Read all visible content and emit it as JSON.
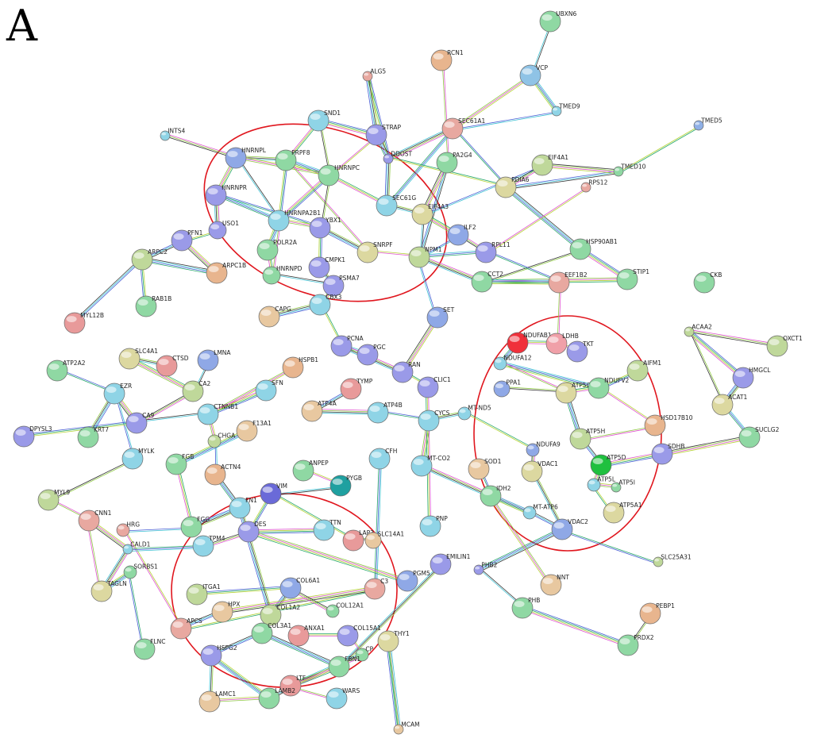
{
  "panel_label": "A",
  "colors": {
    "circle": "#e0161e",
    "edges": [
      "#333333",
      "#b5d334",
      "#3ec1d3",
      "#e052d1",
      "#4a5fd6",
      "#8fc944",
      "#27a86b"
    ]
  },
  "nodes": [
    {
      "id": "UBXN6",
      "color": "#8fd8a3"
    },
    {
      "id": "RCN1",
      "color": "#e8b58e"
    },
    {
      "id": "ALG5",
      "color": "#e8a8a0"
    },
    {
      "id": "VCP",
      "color": "#8fc3e6"
    },
    {
      "id": "TMED9",
      "color": "#8fd4e6"
    },
    {
      "id": "TMED5",
      "color": "#8fb0e6"
    },
    {
      "id": "INTS4",
      "color": "#8fd4e6"
    },
    {
      "id": "SND1",
      "color": "#8fd4e6"
    },
    {
      "id": "STRAP",
      "color": "#9a9ae8"
    },
    {
      "id": "SEC61A1",
      "color": "#e8a8a0"
    },
    {
      "id": "HNRNPL",
      "color": "#8fa8e6"
    },
    {
      "id": "PRPF8",
      "color": "#8fd8a3"
    },
    {
      "id": "DDOST",
      "color": "#9a9ae8"
    },
    {
      "id": "PA2G4",
      "color": "#8fd8a3"
    },
    {
      "id": "EIF4A1",
      "color": "#bfd89a"
    },
    {
      "id": "TMED10",
      "color": "#8fd8a3"
    },
    {
      "id": "HNRNPC",
      "color": "#8fd8a3"
    },
    {
      "id": "PDIA6",
      "color": "#dcd8a0"
    },
    {
      "id": "RPS12",
      "color": "#e8a8a0"
    },
    {
      "id": "HNRNPR",
      "color": "#9a9ae8"
    },
    {
      "id": "SEC61G",
      "color": "#8fd4e6"
    },
    {
      "id": "EIF4A3",
      "color": "#dcd8a0"
    },
    {
      "id": "HNRNPA2B1",
      "color": "#8fd4e6"
    },
    {
      "id": "YBX1",
      "color": "#9a9ae8"
    },
    {
      "id": "USO1",
      "color": "#9a9ae8"
    },
    {
      "id": "PFN1",
      "color": "#9a9ae8"
    },
    {
      "id": "ILF2",
      "color": "#8fa8e6"
    },
    {
      "id": "HSP90AB1",
      "color": "#8fd8a3"
    },
    {
      "id": "POLR2A",
      "color": "#8fd8a3"
    },
    {
      "id": "ARPC2",
      "color": "#bfd89a"
    },
    {
      "id": "SNRPF",
      "color": "#dcd8a0"
    },
    {
      "id": "NPM1",
      "color": "#bfd89a"
    },
    {
      "id": "RPL11",
      "color": "#9a9ae8"
    },
    {
      "id": "ARPC1B",
      "color": "#e8b58e"
    },
    {
      "id": "CMPK1",
      "color": "#9a9ae8"
    },
    {
      "id": "STIP1",
      "color": "#8fd8a3"
    },
    {
      "id": "HNRNPD",
      "color": "#8fd8a3"
    },
    {
      "id": "PSMA7",
      "color": "#9a9ae8"
    },
    {
      "id": "CCT2",
      "color": "#8fd8a3"
    },
    {
      "id": "EEF1B2",
      "color": "#e8a8a0"
    },
    {
      "id": "CKB",
      "color": "#8fd8a3"
    },
    {
      "id": "RAB1B",
      "color": "#8fd8a3"
    },
    {
      "id": "CAPG",
      "color": "#e8c8a0"
    },
    {
      "id": "CBX3",
      "color": "#8fd4e6"
    },
    {
      "id": "MYL12B",
      "color": "#e89a9a"
    },
    {
      "id": "SET",
      "color": "#8fa8e6"
    },
    {
      "id": "ACAA2",
      "color": "#bfd89a"
    },
    {
      "id": "OXCT1",
      "color": "#bfd89a"
    },
    {
      "id": "NDUFAB1",
      "color": "#f0303a"
    },
    {
      "id": "LDHB",
      "color": "#f0a0a8"
    },
    {
      "id": "TKT",
      "color": "#9a9ae8"
    },
    {
      "id": "PCNA",
      "color": "#9a9ae8"
    },
    {
      "id": "PGC",
      "color": "#9a9ae8"
    },
    {
      "id": "ATP2A2",
      "color": "#8fd8a3"
    },
    {
      "id": "SLC4A1",
      "color": "#dcd8a0"
    },
    {
      "id": "CTSD",
      "color": "#e89a9a"
    },
    {
      "id": "LMNA",
      "color": "#8fa8e6"
    },
    {
      "id": "HSPB1",
      "color": "#e8b58e"
    },
    {
      "id": "NDUFA12",
      "color": "#8fd4e6"
    },
    {
      "id": "AIFM1",
      "color": "#bfd89a"
    },
    {
      "id": "HMGCL",
      "color": "#9a9ae8"
    },
    {
      "id": "RAN",
      "color": "#9a9ae8"
    },
    {
      "id": "CLIC1",
      "color": "#9a9ae8"
    },
    {
      "id": "TYMP",
      "color": "#e89a9a"
    },
    {
      "id": "EZR",
      "color": "#8fd4e6"
    },
    {
      "id": "CA2",
      "color": "#bfd89a"
    },
    {
      "id": "SFN",
      "color": "#8fd4e6"
    },
    {
      "id": "PPA1",
      "color": "#8fa8e6"
    },
    {
      "id": "ATP5O",
      "color": "#dcd8a0"
    },
    {
      "id": "NDUFV2",
      "color": "#8fd8a3"
    },
    {
      "id": "ACAT1",
      "color": "#dcd8a0"
    },
    {
      "id": "ATP4A",
      "color": "#e8c8a0"
    },
    {
      "id": "ATP4B",
      "color": "#8fd4e6"
    },
    {
      "id": "CYCS",
      "color": "#8fd4e6"
    },
    {
      "id": "CA9",
      "color": "#9a9ae8"
    },
    {
      "id": "CTNNB1",
      "color": "#8fd4e6"
    },
    {
      "id": "F13A1",
      "color": "#e8c8a0"
    },
    {
      "id": "HSD17B10",
      "color": "#e8b58e"
    },
    {
      "id": "DPYSL3",
      "color": "#9a9ae8"
    },
    {
      "id": "KRT7",
      "color": "#8fd8a3"
    },
    {
      "id": "MT-ND5",
      "color": "#8fd4e6"
    },
    {
      "id": "ATP5H",
      "color": "#bfd89a"
    },
    {
      "id": "SUCLG2",
      "color": "#8fd8a3"
    },
    {
      "id": "CHGA",
      "color": "#bfd89a"
    },
    {
      "id": "NDUFA9",
      "color": "#8fa8e6"
    },
    {
      "id": "SDHB",
      "color": "#9a9ae8"
    },
    {
      "id": "MYLK",
      "color": "#8fd4e6"
    },
    {
      "id": "FGB",
      "color": "#8fd8a3"
    },
    {
      "id": "ACTN4",
      "color": "#e8b58e"
    },
    {
      "id": "ANPEP",
      "color": "#8fd8a3"
    },
    {
      "id": "CFH",
      "color": "#8fd4e6"
    },
    {
      "id": "MT-CO2",
      "color": "#8fd4e6"
    },
    {
      "id": "SOD1",
      "color": "#e8c8a0"
    },
    {
      "id": "VDAC1",
      "color": "#dcd8a0"
    },
    {
      "id": "ATP5D",
      "color": "#1fc03f"
    },
    {
      "id": "PYGB",
      "color": "#1fa0a0"
    },
    {
      "id": "ATP5L",
      "color": "#8fd4e6"
    },
    {
      "id": "ATP5I",
      "color": "#8fd8a3"
    },
    {
      "id": "IDH2",
      "color": "#8fd8a3"
    },
    {
      "id": "MYL9",
      "color": "#bfd89a"
    },
    {
      "id": "VIM",
      "color": "#6a6ad8"
    },
    {
      "id": "FN1",
      "color": "#8fd4e6"
    },
    {
      "id": "ATP5A1",
      "color": "#dcd8a0"
    },
    {
      "id": "MT-ATP6",
      "color": "#8fd4e6"
    },
    {
      "id": "CNN1",
      "color": "#e8a8a0"
    },
    {
      "id": "FGG",
      "color": "#8fd8a3"
    },
    {
      "id": "DES",
      "color": "#9a9ae8"
    },
    {
      "id": "TTN",
      "color": "#8fd4e6"
    },
    {
      "id": "LAP3",
      "color": "#e89a9a"
    },
    {
      "id": "SLC14A1",
      "color": "#e8c8a0"
    },
    {
      "id": "PNP",
      "color": "#8fd4e6"
    },
    {
      "id": "VDAC2",
      "color": "#8fa8e6"
    },
    {
      "id": "HRG",
      "color": "#e8a8a0"
    },
    {
      "id": "TPM4",
      "color": "#8fd4e6"
    },
    {
      "id": "CALD1",
      "color": "#8fd4e6"
    },
    {
      "id": "SLC25A31",
      "color": "#bfd89a"
    },
    {
      "id": "EMILIN1",
      "color": "#9a9ae8"
    },
    {
      "id": "PGM5",
      "color": "#8fa8e6"
    },
    {
      "id": "PHB2",
      "color": "#9a9ae8"
    },
    {
      "id": "NNT",
      "color": "#e8c8a0"
    },
    {
      "id": "SORBS1",
      "color": "#8fd8a3"
    },
    {
      "id": "TAGLN",
      "color": "#dcd8a0"
    },
    {
      "id": "ITGA1",
      "color": "#bfd89a"
    },
    {
      "id": "COL6A1",
      "color": "#8fa8e6"
    },
    {
      "id": "C3",
      "color": "#e8a8a0"
    },
    {
      "id": "APCS",
      "color": "#e8a8a0"
    },
    {
      "id": "HPX",
      "color": "#e8c8a0"
    },
    {
      "id": "COL1A2",
      "color": "#bfd89a"
    },
    {
      "id": "COL12A1",
      "color": "#8fd8a3"
    },
    {
      "id": "PHB",
      "color": "#8fd8a3"
    },
    {
      "id": "PEBP1",
      "color": "#e8b58e"
    },
    {
      "id": "ANXA1",
      "color": "#e89a9a"
    },
    {
      "id": "COL3A1",
      "color": "#8fd8a3"
    },
    {
      "id": "COL15A1",
      "color": "#9a9ae8"
    },
    {
      "id": "THY1",
      "color": "#dcd8a0"
    },
    {
      "id": "CP",
      "color": "#8fd8a3"
    },
    {
      "id": "FLNC",
      "color": "#8fd8a3"
    },
    {
      "id": "HSPG2",
      "color": "#9a9ae8"
    },
    {
      "id": "FBN1",
      "color": "#8fd8a3"
    },
    {
      "id": "PRDX2",
      "color": "#8fd8a3"
    },
    {
      "id": "LTF",
      "color": "#e89a9a"
    },
    {
      "id": "LAMC1",
      "color": "#e8c8a0"
    },
    {
      "id": "LAMB2",
      "color": "#8fd8a3"
    },
    {
      "id": "WARS",
      "color": "#8fd4e6"
    },
    {
      "id": "MCAM",
      "color": "#e8c8a0"
    }
  ],
  "edges": [
    [
      "UBXN6",
      "VCP"
    ],
    [
      "VCP",
      "SEC61A1"
    ],
    [
      "VCP",
      "TMED9"
    ],
    [
      "RCN1",
      "PA2G4"
    ],
    [
      "ALG5",
      "DDOST"
    ],
    [
      "ALG5",
      "STRAP"
    ],
    [
      "TMED5",
      "TMED10"
    ],
    [
      "TMED10",
      "PDIA6"
    ],
    [
      "TMED10",
      "EIF4A1"
    ],
    [
      "TMED9",
      "SEC61A1"
    ],
    [
      "INTS4",
      "HNRNPL"
    ],
    [
      "SND1",
      "STRAP"
    ],
    [
      "SND1",
      "HNRNPC"
    ],
    [
      "SND1",
      "PRPF8"
    ],
    [
      "STRAP",
      "DDOST"
    ],
    [
      "STRAP",
      "HNRNPC"
    ],
    [
      "SEC61A1",
      "SEC61G"
    ],
    [
      "SEC61A1",
      "DDOST"
    ],
    [
      "SEC61A1",
      "PDIA6"
    ],
    [
      "HNRNPL",
      "PRPF8"
    ],
    [
      "HNRNPL",
      "HNRNPR"
    ],
    [
      "HNRNPL",
      "HNRNPA2B1"
    ],
    [
      "HNRNPL",
      "HNRNPC"
    ],
    [
      "PRPF8",
      "HNRNPC"
    ],
    [
      "PRPF8",
      "SNRPF"
    ],
    [
      "PRPF8",
      "HNRNPA2B1"
    ],
    [
      "DDOST",
      "SEC61G"
    ],
    [
      "DDOST",
      "PDIA6"
    ],
    [
      "PA2G4",
      "NPM1"
    ],
    [
      "PA2G4",
      "EIF4A3"
    ],
    [
      "EIF4A1",
      "EIF4A3"
    ],
    [
      "EIF4A1",
      "PDIA6"
    ],
    [
      "HNRNPC",
      "HNRNPA2B1"
    ],
    [
      "HNRNPC",
      "YBX1"
    ],
    [
      "HNRNPC",
      "SEC61G"
    ],
    [
      "PDIA6",
      "HSP90AB1"
    ],
    [
      "RPS12",
      "RPL11"
    ],
    [
      "HNRNPR",
      "HNRNPA2B1"
    ],
    [
      "HNRNPR",
      "USO1"
    ],
    [
      "HNRNPR",
      "YBX1"
    ],
    [
      "SEC61G",
      "EIF4A3"
    ],
    [
      "EIF4A3",
      "ILF2"
    ],
    [
      "EIF4A3",
      "NPM1"
    ],
    [
      "HNRNPA2B1",
      "YBX1"
    ],
    [
      "HNRNPA2B1",
      "POLR2A"
    ],
    [
      "HNRNPA2B1",
      "HNRNPD"
    ],
    [
      "YBX1",
      "CMPK1"
    ],
    [
      "YBX1",
      "SNRPF"
    ],
    [
      "USO1",
      "PFN1"
    ],
    [
      "PFN1",
      "ARPC2"
    ],
    [
      "PFN1",
      "ARPC1B"
    ],
    [
      "ILF2",
      "NPM1"
    ],
    [
      "ILF2",
      "RPL11"
    ],
    [
      "HSP90AB1",
      "STIP1"
    ],
    [
      "HSP90AB1",
      "CCT2"
    ],
    [
      "POLR2A",
      "HNRNPD"
    ],
    [
      "ARPC2",
      "ARPC1B"
    ],
    [
      "SNRPF",
      "NPM1"
    ],
    [
      "NPM1",
      "RPL11"
    ],
    [
      "NPM1",
      "CCT2"
    ],
    [
      "RPL11",
      "EEF1B2"
    ],
    [
      "CMPK1",
      "PSMA7"
    ],
    [
      "STIP1",
      "CCT2"
    ],
    [
      "HNRNPD",
      "PSMA7"
    ],
    [
      "PSMA7",
      "CBX3"
    ],
    [
      "CCT2",
      "EEF1B2"
    ],
    [
      "EEF1B2",
      "LDHB"
    ],
    [
      "RAB1B",
      "ARPC2"
    ],
    [
      "CAPG",
      "CBX3"
    ],
    [
      "CBX3",
      "PCNA"
    ],
    [
      "MYL12B",
      "ARPC2"
    ],
    [
      "SET",
      "RAN"
    ],
    [
      "SET",
      "NPM1"
    ],
    [
      "ACAA2",
      "OXCT1"
    ],
    [
      "ACAA2",
      "HMGCL"
    ],
    [
      "ACAA2",
      "ACAT1"
    ],
    [
      "NDUFAB1",
      "LDHB"
    ],
    [
      "NDUFAB1",
      "NDUFA12"
    ],
    [
      "LDHB",
      "TKT"
    ],
    [
      "PCNA",
      "PGC"
    ],
    [
      "PCNA",
      "RAN"
    ],
    [
      "ATP2A2",
      "EZR"
    ],
    [
      "SLC4A1",
      "CTSD"
    ],
    [
      "SLC4A1",
      "CA2"
    ],
    [
      "LMNA",
      "CA2"
    ],
    [
      "HSPB1",
      "CTNNB1"
    ],
    [
      "NDUFA12",
      "NDUFV2"
    ],
    [
      "NDUFA12",
      "ATP5O"
    ],
    [
      "AIFM1",
      "NDUFV2"
    ],
    [
      "HMGCL",
      "ACAT1"
    ],
    [
      "RAN",
      "CLIC1"
    ],
    [
      "TYMP",
      "ATP4A"
    ],
    [
      "EZR",
      "CA9"
    ],
    [
      "EZR",
      "MYLK"
    ],
    [
      "CA2",
      "CA9"
    ],
    [
      "SFN",
      "CTNNB1"
    ],
    [
      "PPA1",
      "ATP5O"
    ],
    [
      "ATP5O",
      "NDUFV2"
    ],
    [
      "ATP5O",
      "ATP5H"
    ],
    [
      "NDUFV2",
      "HSD17B10"
    ],
    [
      "ACAT1",
      "SUCLG2"
    ],
    [
      "ATP4A",
      "ATP4B"
    ],
    [
      "ATP4B",
      "CYCS"
    ],
    [
      "CYCS",
      "MT-ND5"
    ],
    [
      "CYCS",
      "MT-CO2"
    ],
    [
      "CA9",
      "CTNNB1"
    ],
    [
      "CTNNB1",
      "CHGA"
    ],
    [
      "F13A1",
      "FGB"
    ],
    [
      "HSD17B10",
      "ATP5H"
    ],
    [
      "DPYSL3",
      "CA9"
    ],
    [
      "KRT7",
      "EZR"
    ],
    [
      "MT-ND5",
      "NDUFA9"
    ],
    [
      "ATP5H",
      "ATP5D"
    ],
    [
      "SUCLG2",
      "SDHB"
    ],
    [
      "CHGA",
      "ACTN4"
    ],
    [
      "NDUFA9",
      "VDAC1"
    ],
    [
      "SDHB",
      "ATP5D"
    ],
    [
      "MYLK",
      "MYL9"
    ],
    [
      "FGB",
      "FGG"
    ],
    [
      "ACTN4",
      "FN1"
    ],
    [
      "ANPEP",
      "PYGB"
    ],
    [
      "CFH",
      "C3"
    ],
    [
      "MT-CO2",
      "MT-ATP6"
    ],
    [
      "SOD1",
      "IDH2"
    ],
    [
      "VDAC1",
      "VDAC2"
    ],
    [
      "ATP5D",
      "ATP5L"
    ],
    [
      "PYGB",
      "VIM"
    ],
    [
      "ATP5L",
      "ATP5I"
    ],
    [
      "IDH2",
      "MT-ATP6"
    ],
    [
      "MYL9",
      "CNN1"
    ],
    [
      "VIM",
      "DES"
    ],
    [
      "FN1",
      "FGG"
    ],
    [
      "ATP5A1",
      "ATP5L"
    ],
    [
      "MT-ATP6",
      "VDAC2"
    ],
    [
      "CNN1",
      "CALD1"
    ],
    [
      "FGG",
      "HRG"
    ],
    [
      "DES",
      "TPM4"
    ],
    [
      "TTN",
      "DES"
    ],
    [
      "LAP3",
      "SLC14A1"
    ],
    [
      "PNP",
      "CLIC1"
    ],
    [
      "VDAC2",
      "PHB2"
    ],
    [
      "HRG",
      "APCS"
    ],
    [
      "TPM4",
      "CALD1"
    ],
    [
      "CALD1",
      "TAGLN"
    ],
    [
      "SLC25A31",
      "VDAC2"
    ],
    [
      "EMILIN1",
      "FBN1"
    ],
    [
      "PGM5",
      "DES"
    ],
    [
      "PHB2",
      "PHB"
    ],
    [
      "NNT",
      "IDH2"
    ],
    [
      "SORBS1",
      "TAGLN"
    ],
    [
      "TAGLN",
      "CNN1"
    ],
    [
      "ITGA1",
      "COL6A1"
    ],
    [
      "COL6A1",
      "COL1A2"
    ],
    [
      "C3",
      "APCS"
    ],
    [
      "APCS",
      "HPX"
    ],
    [
      "HPX",
      "C3"
    ],
    [
      "COL1A2",
      "COL3A1"
    ],
    [
      "COL12A1",
      "COL6A1"
    ],
    [
      "PHB",
      "PRDX2"
    ],
    [
      "PEBP1",
      "PRDX2"
    ],
    [
      "ANXA1",
      "COL15A1"
    ],
    [
      "COL3A1",
      "FBN1"
    ],
    [
      "COL15A1",
      "CP"
    ],
    [
      "THY1",
      "MCAM"
    ],
    [
      "CP",
      "LTF"
    ],
    [
      "FLNC",
      "SORBS1"
    ],
    [
      "HSPG2",
      "LAMC1"
    ],
    [
      "FBN1",
      "LTF"
    ],
    [
      "LTF",
      "LAMB2"
    ],
    [
      "LAMC1",
      "LAMB2"
    ],
    [
      "LAMB2",
      "HSPG2"
    ],
    [
      "WARS",
      "LTF"
    ],
    [
      "MCAM",
      "THY1"
    ],
    [
      "FN1",
      "COL1A2"
    ],
    [
      "VIM",
      "LAP3"
    ],
    [
      "HSPG2",
      "COL3A1"
    ]
  ]
}
